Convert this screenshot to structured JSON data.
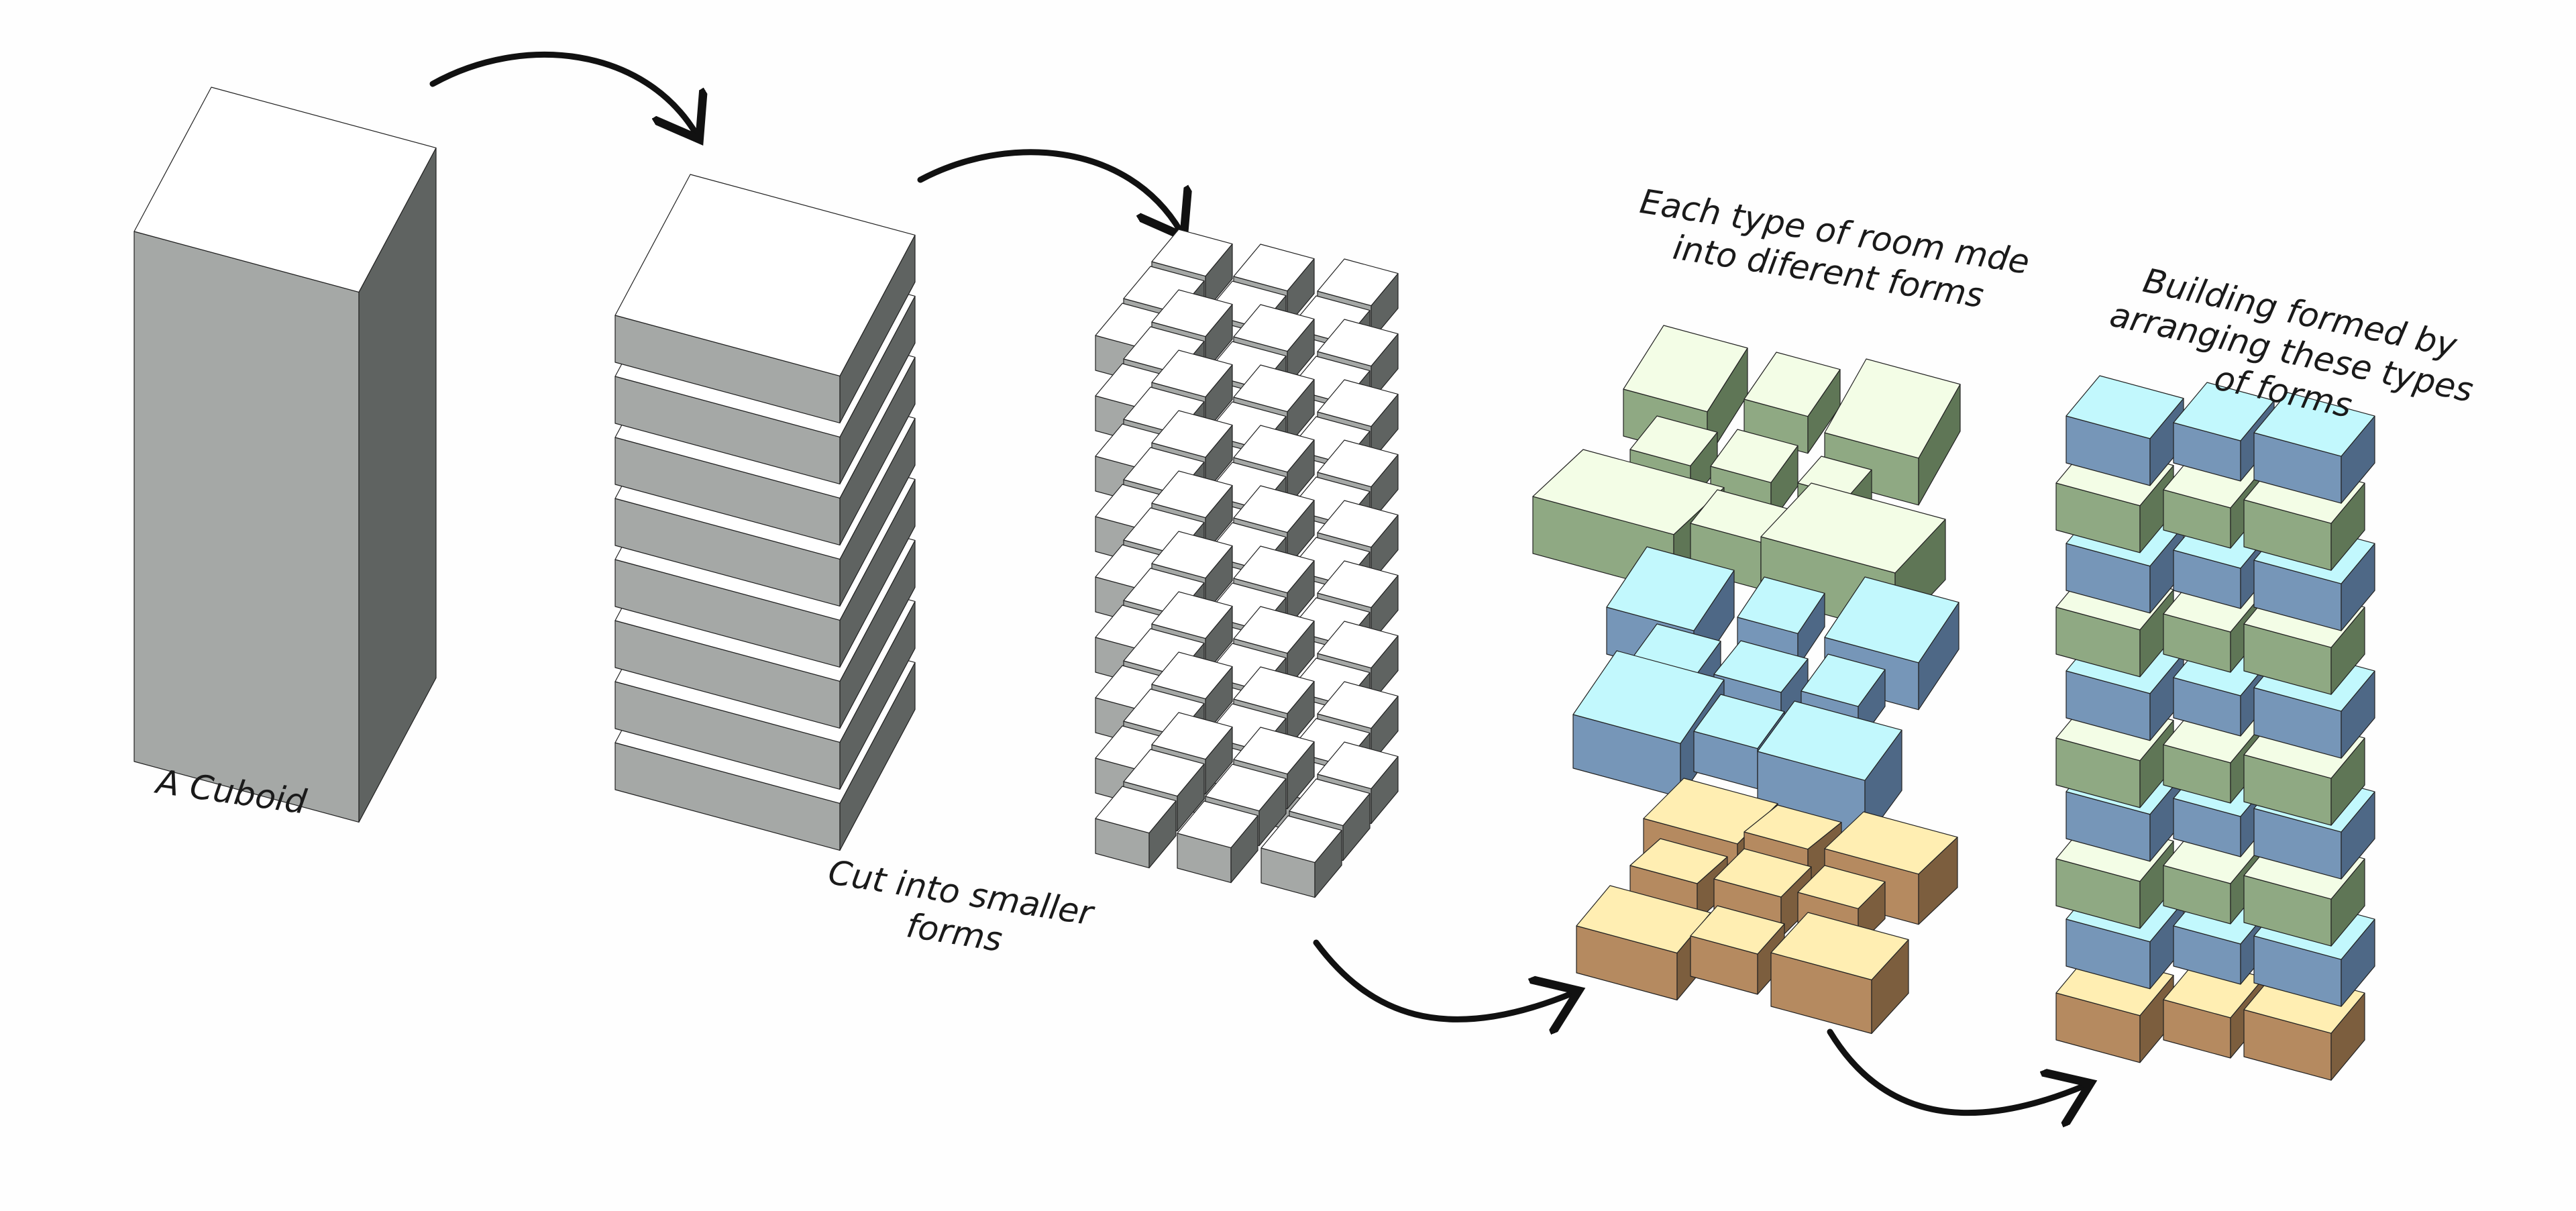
{
  "labels": {
    "cuboid": "A Cuboid",
    "cut": [
      "Cut into smaller",
      "forms"
    ],
    "rooms": [
      "Each type of room mde",
      "into diferent forms"
    ],
    "building": [
      "Building formed by",
      "arranging these types",
      "of forms"
    ]
  },
  "colors": {
    "background": "#fefefe",
    "gray": {
      "top": "#ffffff",
      "front": "#a5a8a6",
      "side": "#5f6361"
    },
    "green": {
      "top": "#f3fde6",
      "front": "#8fa983",
      "side": "#5f7656"
    },
    "blue": {
      "top": "#c2f8fd",
      "front": "#7696b8",
      "side": "#4e6886"
    },
    "tan": {
      "top": "#ffeeb2",
      "front": "#b58a60",
      "side": "#7c5e3e"
    },
    "edge": "#222222",
    "arrow": "#111111"
  }
}
